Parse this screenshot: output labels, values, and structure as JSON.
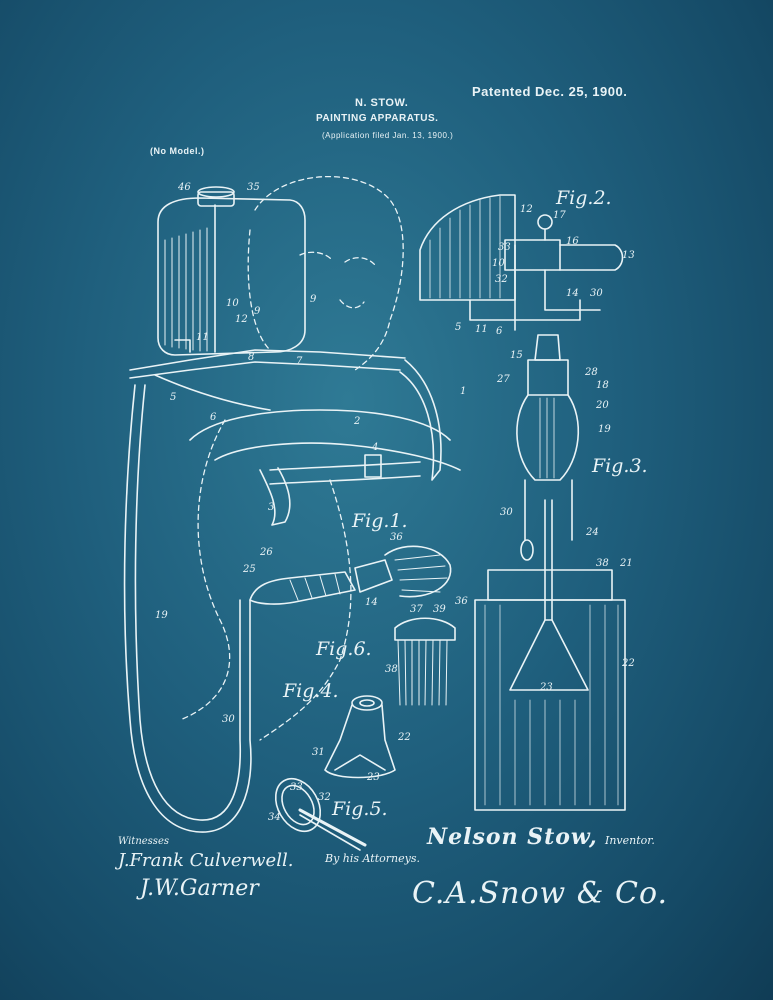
{
  "header": {
    "patented": "Patented Dec. 25, 1900.",
    "inventor_name": "N. STOW.",
    "title": "PAINTING APPARATUS.",
    "filed": "(Application filed Jan. 13, 1900.)",
    "no_model": "(No Model.)"
  },
  "figures": {
    "fig1": "Fig.1.",
    "fig2": "Fig.2.",
    "fig3": "Fig.3.",
    "fig4": "Fig.4.",
    "fig5": "Fig.5.",
    "fig6": "Fig.6."
  },
  "labels": {
    "l46": "46",
    "l35": "35",
    "l10a": "10",
    "l11": "11",
    "l12a": "12",
    "l9a": "9",
    "l9b": "9",
    "l8": "8",
    "l7": "7",
    "l6": "6",
    "l5a": "5",
    "l3": "3",
    "l4": "4",
    "l2": "2",
    "l1": "1",
    "l19a": "19",
    "l30a": "30",
    "l26": "26",
    "l25": "25",
    "l36a": "36",
    "l14": "14",
    "l37": "37",
    "l39": "39",
    "l38": "38",
    "l22a": "22",
    "l23": "23",
    "l31": "31",
    "l33": "33",
    "l34": "34",
    "l32": "32",
    "f2_12": "12",
    "f2_17": "17",
    "f2_16": "16",
    "f2_13": "13",
    "f2_30": "30",
    "f2_14": "14",
    "f2_33": "33",
    "f2_10": "10",
    "f2_32": "32",
    "f2_5": "5",
    "f2_11": "11",
    "f2_6": "6",
    "f3_15": "15",
    "f3_27": "27",
    "f3_28": "28",
    "f3_18": "18",
    "f3_20": "20",
    "f3_19": "19",
    "f3_30": "30",
    "f3_24": "24",
    "f3_38": "38",
    "f3_21": "21",
    "f3_36": "36",
    "f3_22": "22",
    "f3_23": "23"
  },
  "signatures": {
    "witnesses": "Witnesses",
    "witness1": "J.Frank Culverwell.",
    "witness2": "J.W.Garner",
    "inventor": "Nelson Stow,",
    "inventor_role": "Inventor.",
    "by_attorneys": "By his Attorneys.",
    "attorneys": "C.A.Snow & Co."
  },
  "colors": {
    "ink": "#e9f3f6",
    "background": "#1f5f7d"
  }
}
